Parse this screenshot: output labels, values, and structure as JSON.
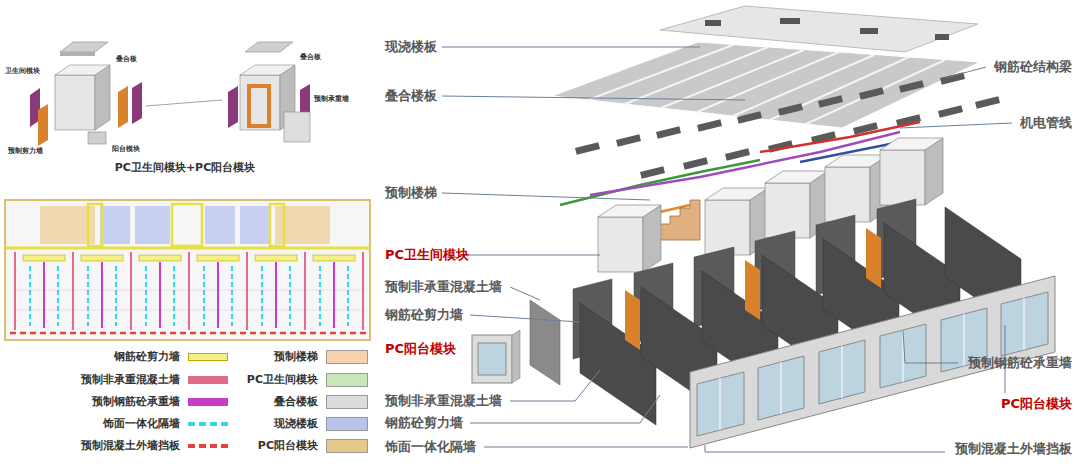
{
  "diagram": {
    "labels": [
      "卫生间模块",
      "叠合板",
      "预制剪力墙",
      "阳台模块",
      "叠合板",
      "预制承重墙",
      "PC卫生间模块+PC阳台模块",
      "现浇楼板",
      "叠合楼板",
      "预制楼梯",
      "PC卫生间模块",
      "预制非承重混凝土墙",
      "钢筋砼剪力墙",
      "PC阳台模块",
      "预制非承重混凝土墙",
      "钢筋砼剪力墙",
      "饰面一体化隔墙",
      "钢筋砼结构梁",
      "机电管线",
      "预制钢筋砼承重墙",
      "PC阳台模块",
      "预制混凝土外墙挡板"
    ],
    "legend": [
      {
        "text": "钢筋砼剪力墙",
        "color": "#f3f08a"
      },
      {
        "text": "预制非承重混凝土墙",
        "color": "#e06b8b"
      },
      {
        "text": "预制钢筋砼承重墙",
        "color": "#c83cc8"
      },
      {
        "text": "饰面一体化隔墙"
      },
      {
        "text": "预制混凝土外墙挡板"
      },
      {
        "text": "预制楼梯",
        "color": "#f7d2b0"
      },
      {
        "text": "PC卫生间模块",
        "color": "#c8e8b8"
      },
      {
        "text": "叠合楼板",
        "color": "#dcdcdc"
      },
      {
        "text": "现浇楼板",
        "color": "#b8c4ec"
      },
      {
        "text": "PC阳台模块",
        "color": "#e6c98a"
      }
    ]
  }
}
